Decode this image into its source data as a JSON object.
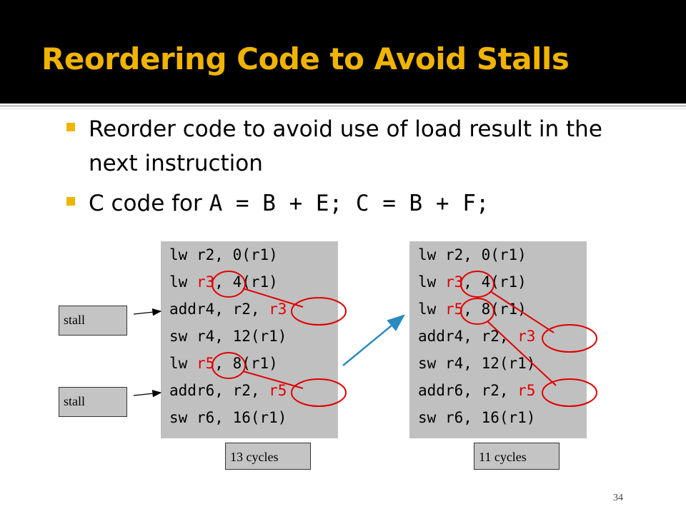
{
  "slide": {
    "title": "Reordering Code to Avoid Stalls",
    "bullets": [
      {
        "line1": "Reorder code to avoid use of load result in the",
        "line2": "next instruction"
      },
      {
        "prefix": "C code for ",
        "code": "A = B + E; C = B + F;"
      }
    ],
    "page_number": "34"
  },
  "left_code": {
    "lines": [
      {
        "op": "lw",
        "a": "r2,",
        "b": " 0(r1)"
      },
      {
        "op": "lw",
        "a": "r3",
        "b": ", 4(r1)"
      },
      {
        "op": "add",
        "a": "r4, r2, ",
        "b": "r3"
      },
      {
        "op": "sw",
        "a": "r4,",
        "b": " 12(r1)"
      },
      {
        "op": "lw",
        "a": "r5",
        "b": ", 8(r1)"
      },
      {
        "op": "add",
        "a": "r6, r2, ",
        "b": "r5"
      },
      {
        "op": "sw",
        "a": "r6,",
        "b": " 16(r1)"
      }
    ],
    "cycles_label": "13 cycles"
  },
  "right_code": {
    "lines": [
      {
        "op": "lw",
        "a": "r2,",
        "b": " 0(r1)"
      },
      {
        "op": "lw",
        "a": "r3",
        "b": ", 4(r1)"
      },
      {
        "op": "lw",
        "a": "r5",
        "b": ", 8(r1)"
      },
      {
        "op": "add",
        "a": "r4, r2, ",
        "b": "r3"
      },
      {
        "op": "sw",
        "a": "r4,",
        "b": " 12(r1)"
      },
      {
        "op": "add",
        "a": "r6, r2, ",
        "b": "r5"
      },
      {
        "op": "sw",
        "a": "r6,",
        "b": " 16(r1)"
      }
    ],
    "cycles_label": "11 cycles"
  },
  "stall_labels": [
    "stall",
    "stall"
  ],
  "colors": {
    "title": "#f0b400",
    "highlight": "#e00000",
    "arrow": "#2a8ac0",
    "code_bg": "#c0c0c0"
  }
}
